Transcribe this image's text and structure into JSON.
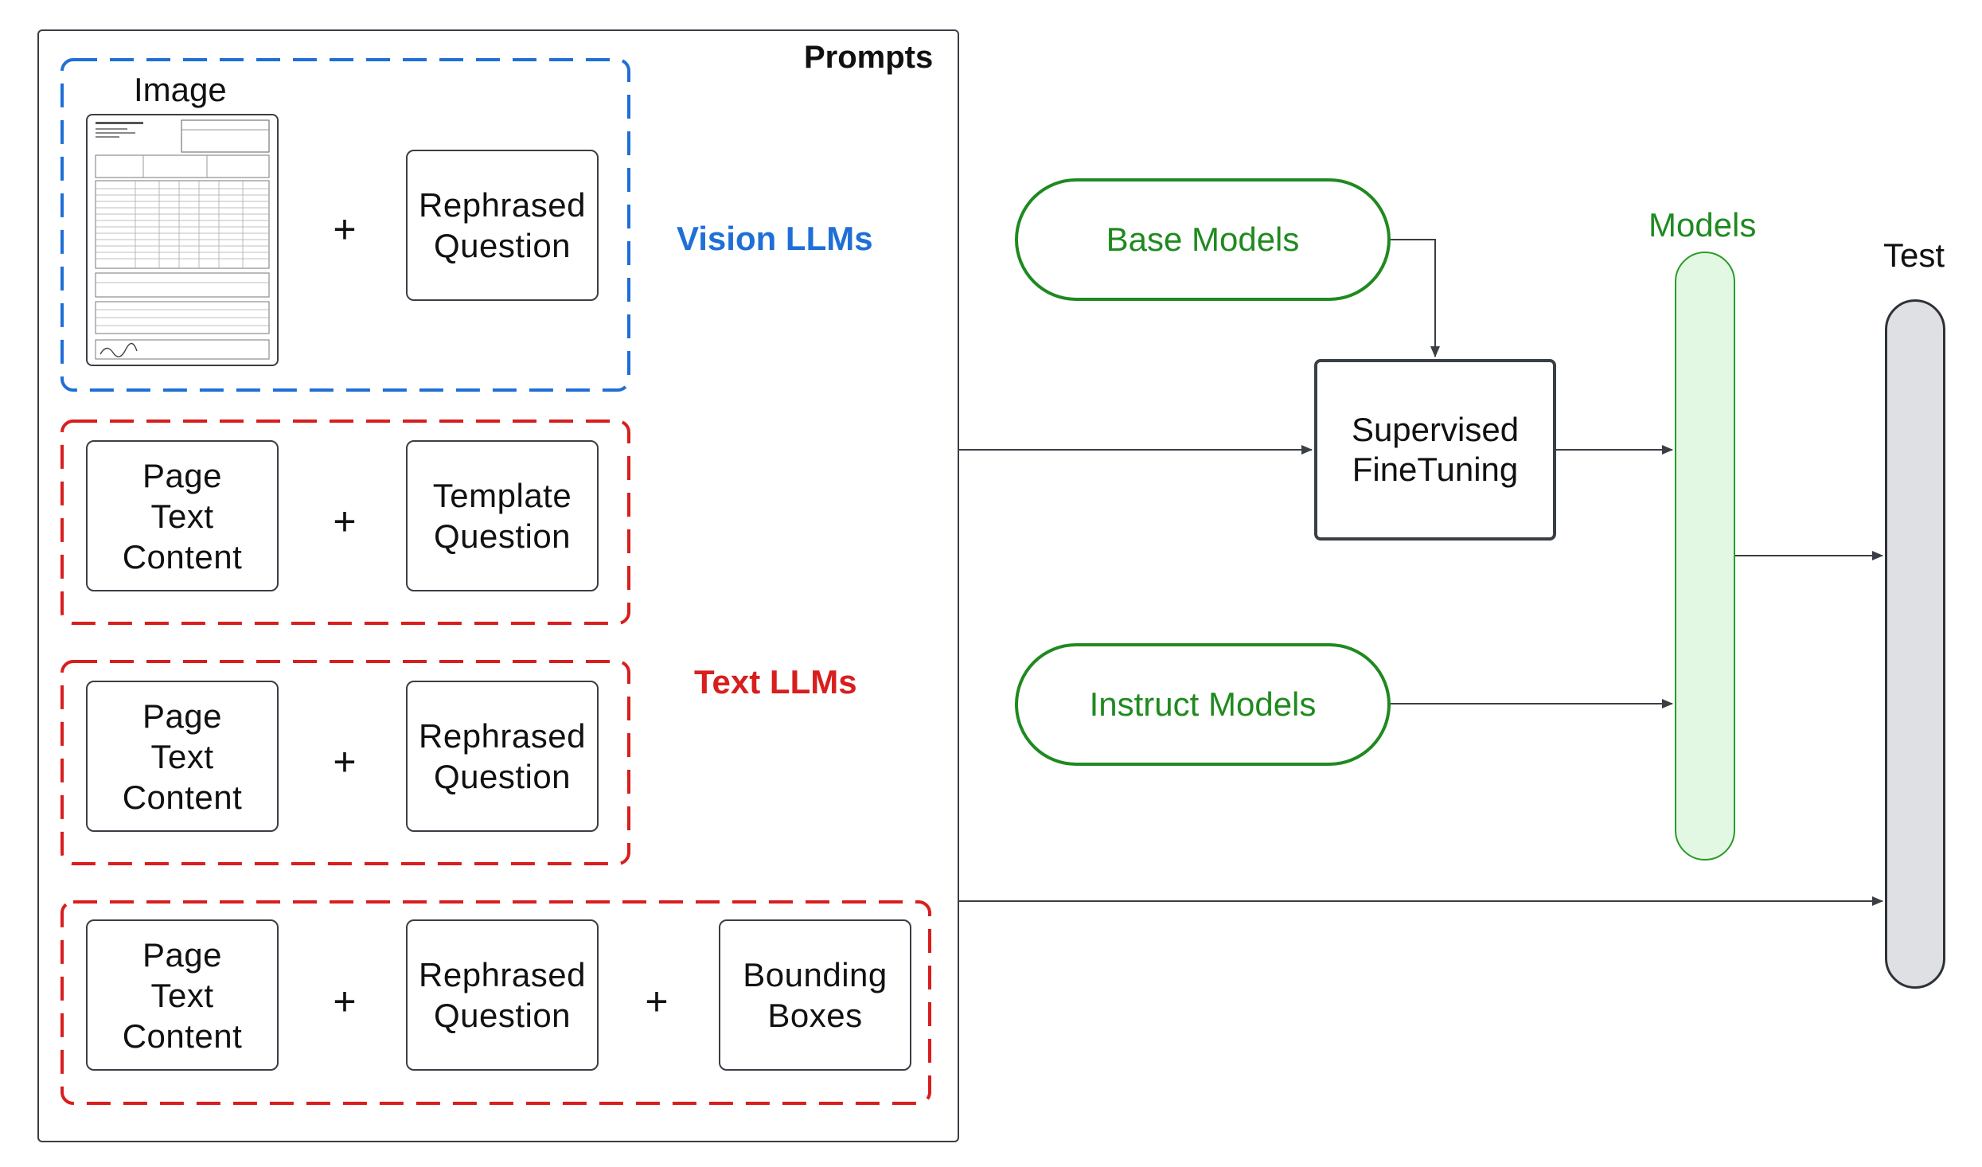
{
  "prompts": {
    "title": "Prompts",
    "image_label": "Image",
    "plus": "+",
    "vision_group_label": "Vision LLMs",
    "text_group_label": "Text LLMs",
    "rows": [
      {
        "items": [
          "Rephrased\nQuestion"
        ]
      },
      {
        "items": [
          "Page\nText\nContent",
          "Template\nQuestion"
        ]
      },
      {
        "items": [
          "Page\nText\nContent",
          "Rephrased\nQuestion"
        ]
      },
      {
        "items": [
          "Page\nText\nContent",
          "Rephrased\nQuestion",
          "Bounding\nBoxes"
        ]
      }
    ]
  },
  "pipeline": {
    "base_models": "Base Models",
    "instruct_models": "Instruct Models",
    "sft": "Supervised\nFineTuning",
    "models_label": "Models",
    "test_label": "Test"
  },
  "colors": {
    "vision": "#1f6fd6",
    "text": "#d81e1e",
    "green": "#1f8a1f",
    "frame": "#3a3e45"
  }
}
